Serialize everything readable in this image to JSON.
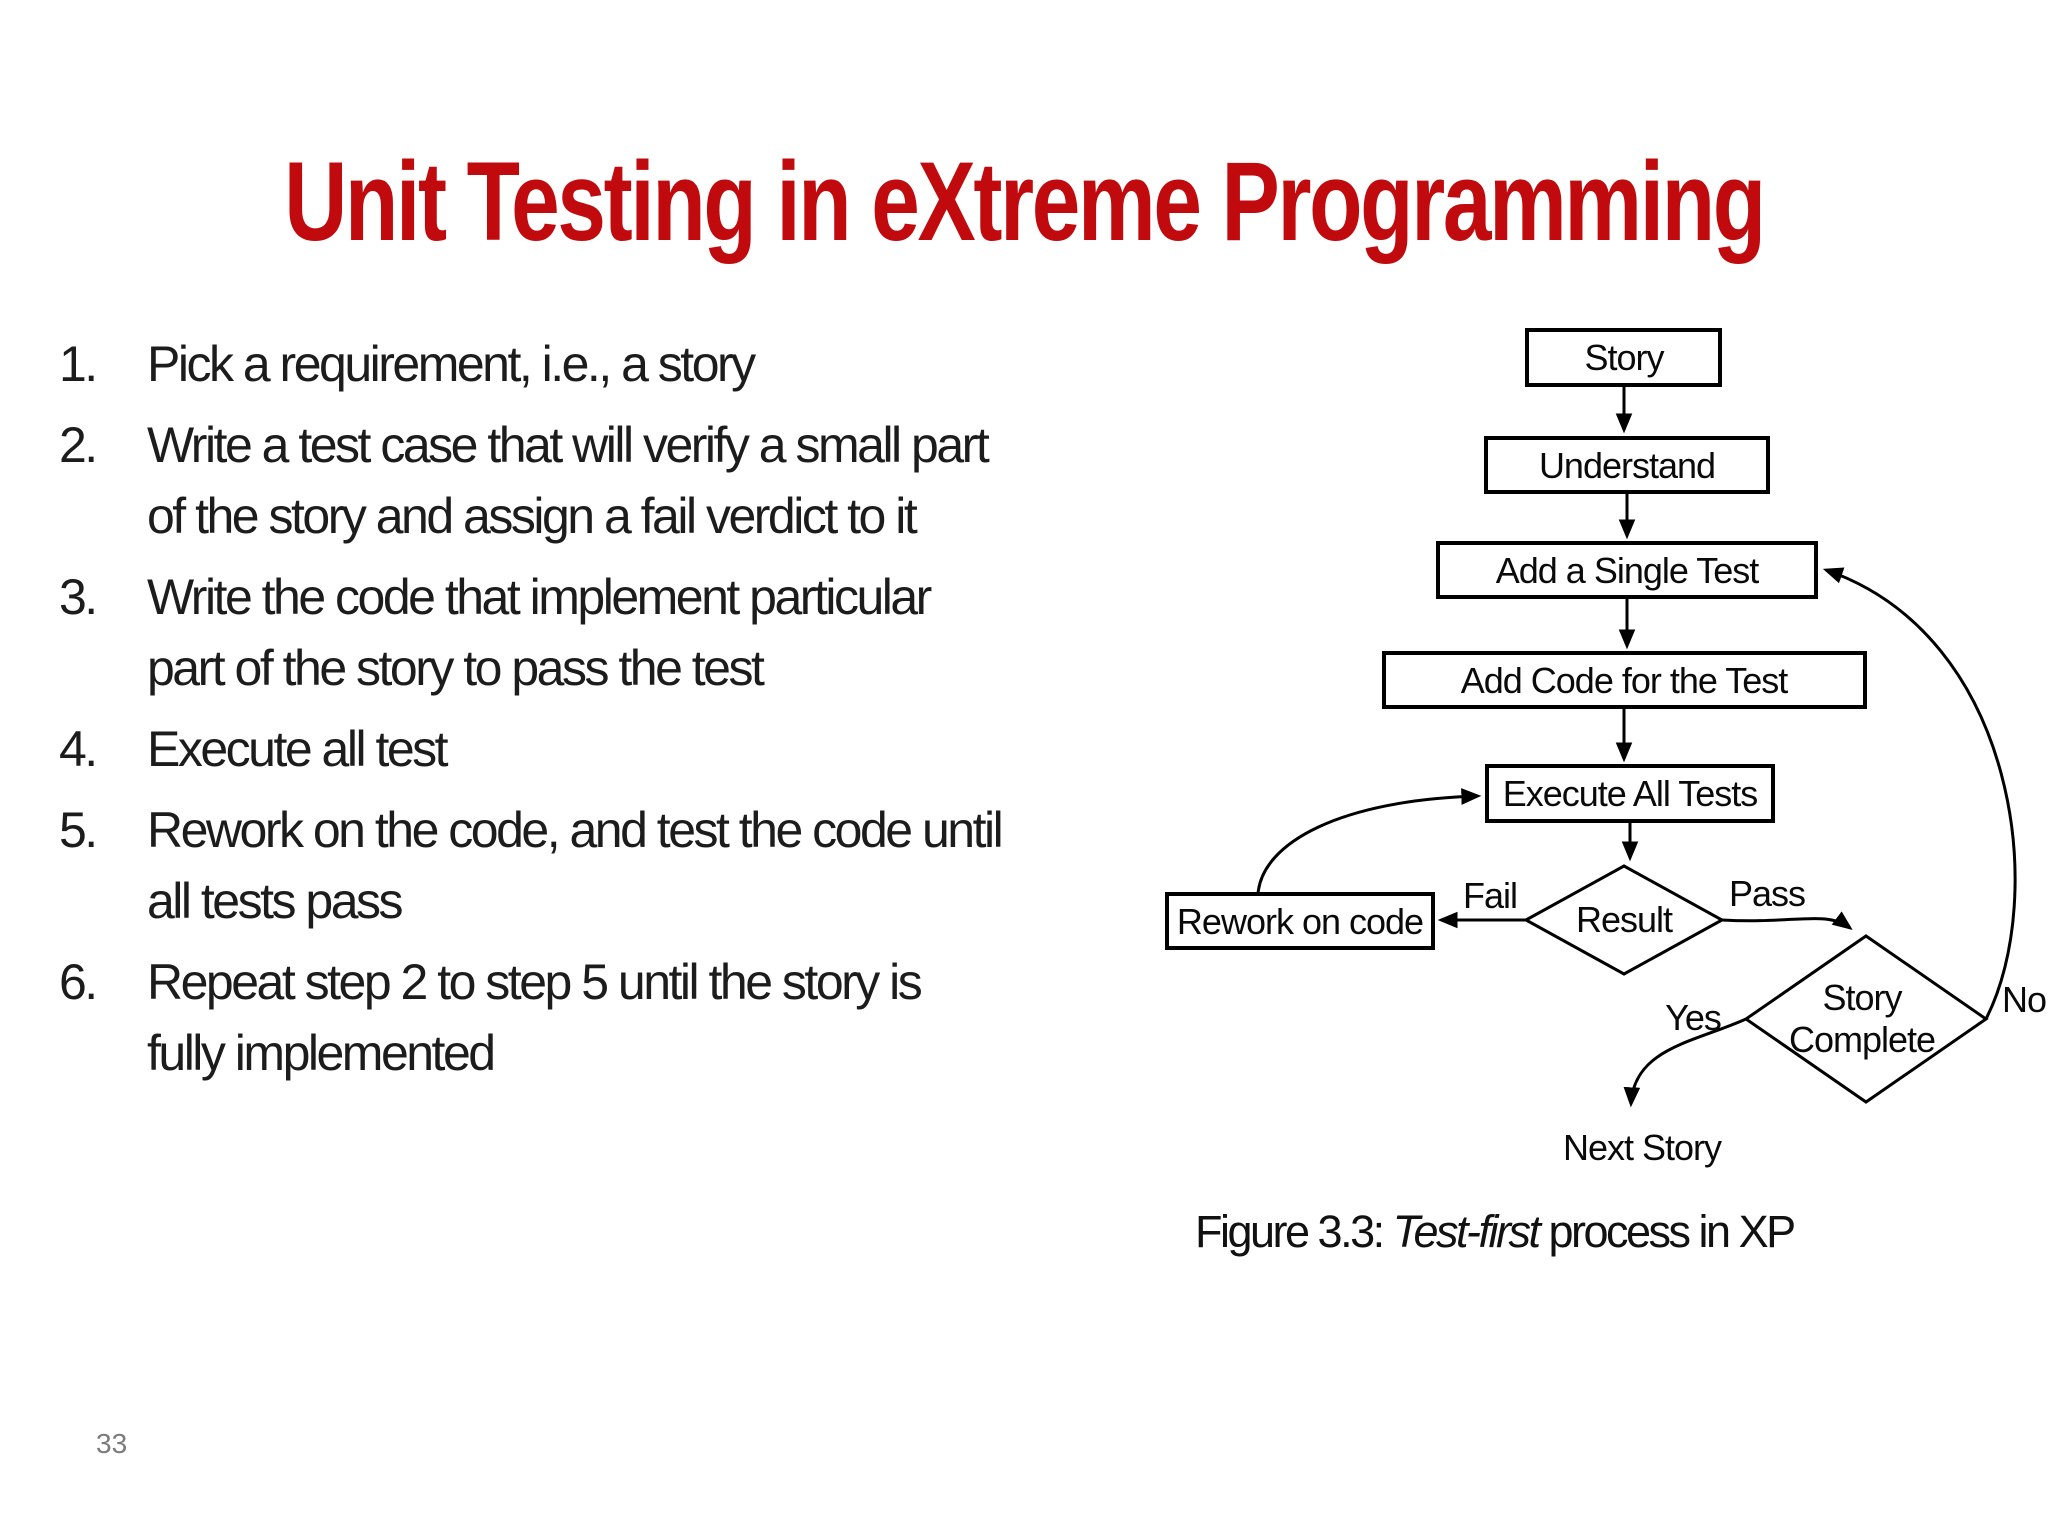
{
  "slide": {
    "title": "Unit Testing in eXtreme Programming",
    "title_color": "#c00a0d",
    "text_color": "#1c1c1c",
    "background_color": "#ffffff",
    "page_number": "33",
    "page_number_color": "#7b7b7b"
  },
  "list": {
    "items": [
      {
        "number": "1.",
        "lines": [
          "Pick a requirement, i.e., a story"
        ]
      },
      {
        "number": "2.",
        "lines": [
          "Write a test case that will verify a small part",
          "of the story and assign a fail verdict to it"
        ]
      },
      {
        "number": "3.",
        "lines": [
          "Write the code that implement particular",
          "part of the story to pass the test"
        ]
      },
      {
        "number": "4.",
        "lines": [
          "Execute all test"
        ]
      },
      {
        "number": "5.",
        "lines": [
          "Rework on the code, and test the code until",
          "all tests pass"
        ]
      },
      {
        "number": "6.",
        "lines": [
          "Repeat step 2 to step 5 until the story is",
          "fully implemented"
        ]
      }
    ]
  },
  "flowchart": {
    "line_color": "#000000",
    "node_fill": "#ffffff",
    "nodes": {
      "story": "Story",
      "understand": "Understand",
      "add_single_test": "Add a Single Test",
      "add_code": "Add Code for the Test",
      "execute_all": "Execute All Tests",
      "result": "Result",
      "rework": "Rework on code",
      "story_complete": [
        "Story",
        "Complete"
      ],
      "next_story": "Next Story"
    },
    "edge_labels": {
      "fail": "Fail",
      "pass": "Pass",
      "yes": "Yes",
      "no": "No"
    }
  },
  "caption": {
    "prefix": "Figure 3.3: ",
    "italic": "Test-first",
    "suffix": " process in XP"
  }
}
